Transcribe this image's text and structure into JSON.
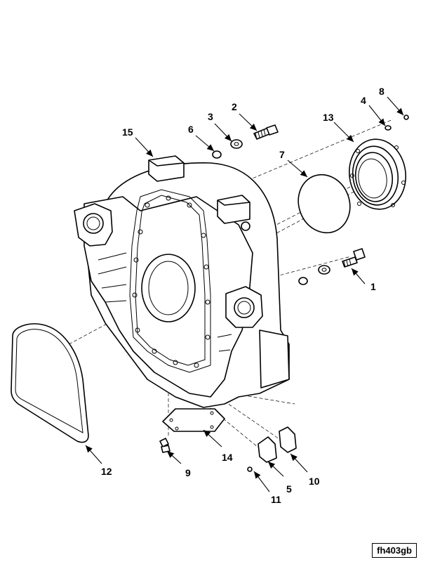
{
  "callouts": {
    "c1": "1",
    "c2": "2",
    "c3": "3",
    "c4": "4",
    "c5": "5",
    "c6": "6",
    "c7": "7",
    "c8": "8",
    "c9": "9",
    "c10": "10",
    "c11": "11",
    "c12": "12",
    "c13": "13",
    "c14": "14",
    "c15": "15"
  },
  "figure_ref": "fh403gb"
}
